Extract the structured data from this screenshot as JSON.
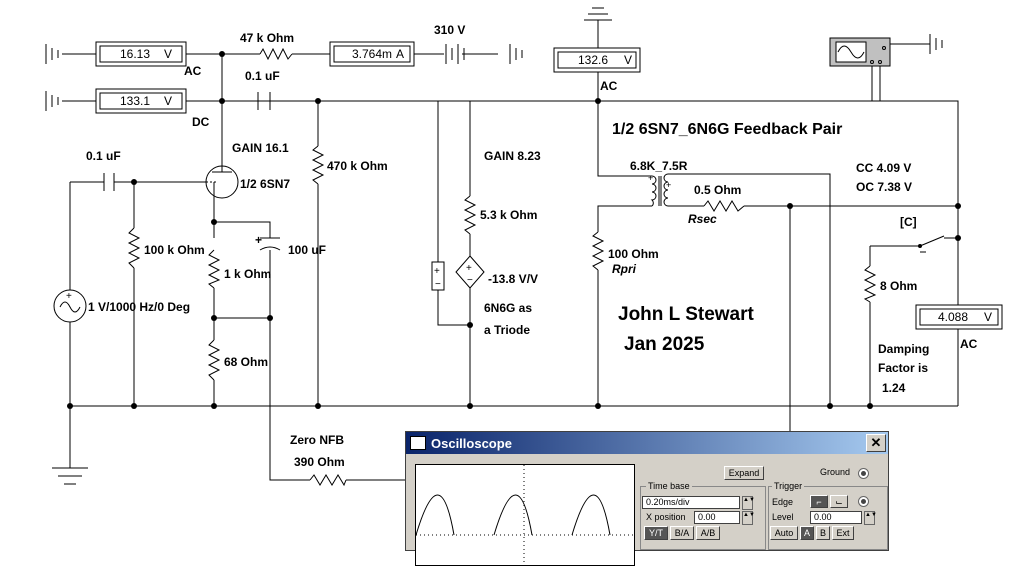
{
  "meters": [
    {
      "id": "m1",
      "value": "16.13",
      "unit": "V",
      "mode": "AC"
    },
    {
      "id": "m2",
      "value": "133.1",
      "unit": "V",
      "mode": "DC"
    },
    {
      "id": "m3",
      "value": "3.764m",
      "unit": "A"
    },
    {
      "id": "m4",
      "value": "132.6",
      "unit": "V",
      "mode": "AC"
    },
    {
      "id": "m5",
      "value": "4.088",
      "unit": "V",
      "mode": "AC"
    }
  ],
  "labels": {
    "r47k": "47 k Ohm",
    "b310": "310 V",
    "c01a": "0.1 uF",
    "c01b": "0.1 uF",
    "gain1": "GAIN 16.1",
    "tube1": "1/2 6SN7",
    "r470k": "470 k Ohm",
    "r100k": "100 k Ohm",
    "c100u": "100 uF",
    "r1k": "1 k Ohm",
    "r68": "68  Ohm",
    "source": "1 V/1000 Hz/0 Deg",
    "gain2": "GAIN 8.23",
    "r53k": "5.3 k Ohm",
    "vcvs": "-13.8 V/V",
    "triode1": "6N6G as",
    "triode2": "a Triode",
    "title": "1/2 6SN7_6N6G Feedback Pair",
    "xfmr": "6.8K_7.5R",
    "r05": "0.5  Ohm",
    "rsec": "Rsec",
    "r100": "100   Ohm",
    "rpri": "Rpri",
    "cc": "CC 4.09 V",
    "oc": "OC 7.38 V",
    "switch": "[C]",
    "r8": "8   Ohm",
    "author": "John L Stewart",
    "date": "Jan 2025",
    "damp1": "Damping",
    "damp2": "Factor is",
    "damp3": "1.24",
    "nfb": "Zero NFB",
    "r390": "390  Ohm"
  },
  "oscilloscope": {
    "title": "Oscilloscope",
    "expand": "Expand",
    "ground": "Ground",
    "timebase_label": "Time base",
    "timebase_value": "0.20ms/div",
    "xpos_label": "X position",
    "xpos_value": "0.00",
    "mode_yt": "Y/T",
    "mode_ba": "B/A",
    "mode_ab": "A/B",
    "trigger_label": "Trigger",
    "edge_label": "Edge",
    "level_label": "Level",
    "level_value": "0.00",
    "auto": "Auto",
    "trig_a": "A",
    "trig_b": "B",
    "trig_ext": "Ext"
  }
}
